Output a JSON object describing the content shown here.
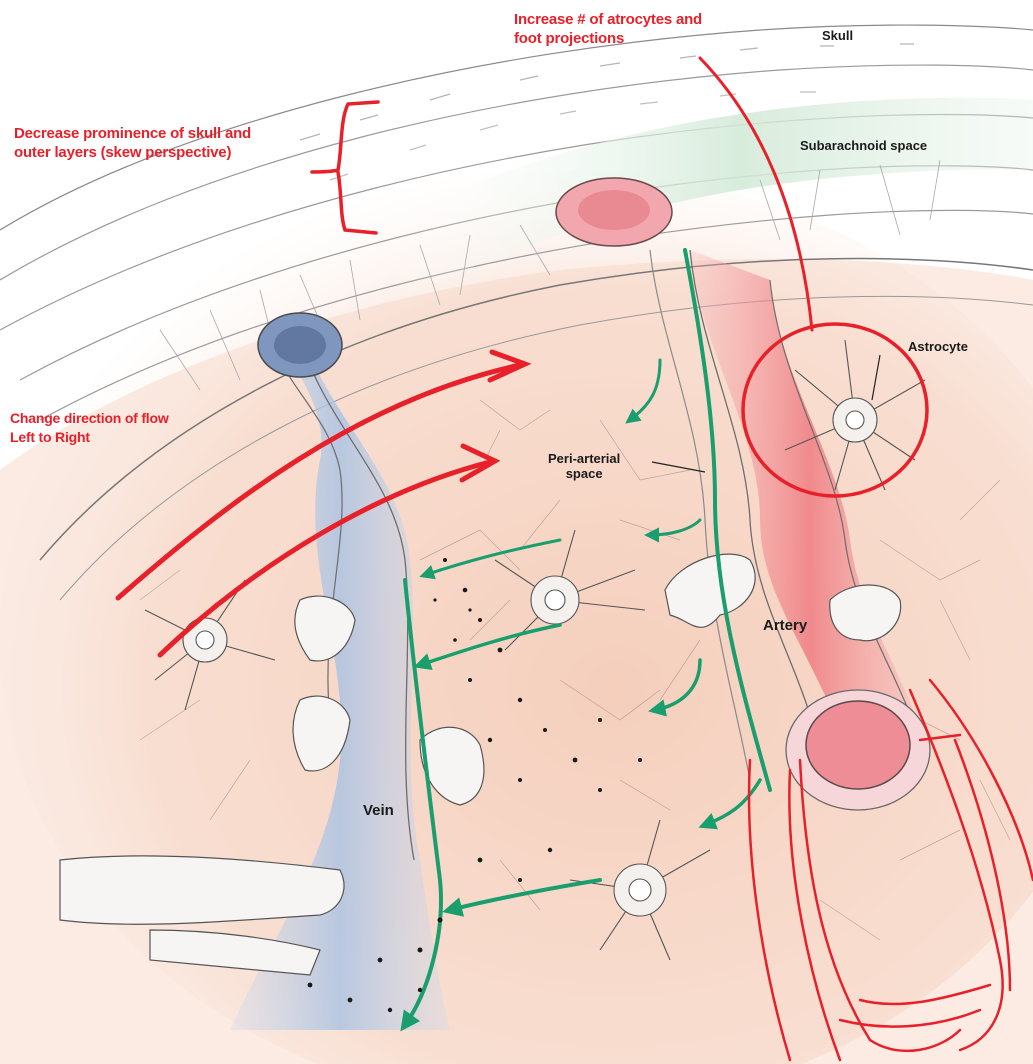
{
  "annotations": {
    "astrocytes_note": "Increase # of atrocytes and\nfoot projections",
    "skull_note": "Decrease prominence of skull and\nouter layers (skew perspective)",
    "flow_note": "Change direction of flow\nLeft to Right"
  },
  "labels": {
    "skull": "Skull",
    "subarachnoid": "Subarachnoid space",
    "astrocyte": "Astrocyte",
    "periarterial": "Peri-arterial\nspace",
    "artery": "Artery",
    "vein": "Vein"
  },
  "colors": {
    "annotation_red": "#e8202a",
    "flow_green": "#1a9e6e",
    "artery_pink": "#f07a80",
    "vein_blue": "#9bb8dc",
    "tissue_peach": "#f5c9b6",
    "subarachnoid_green": "#cfe8d4"
  }
}
